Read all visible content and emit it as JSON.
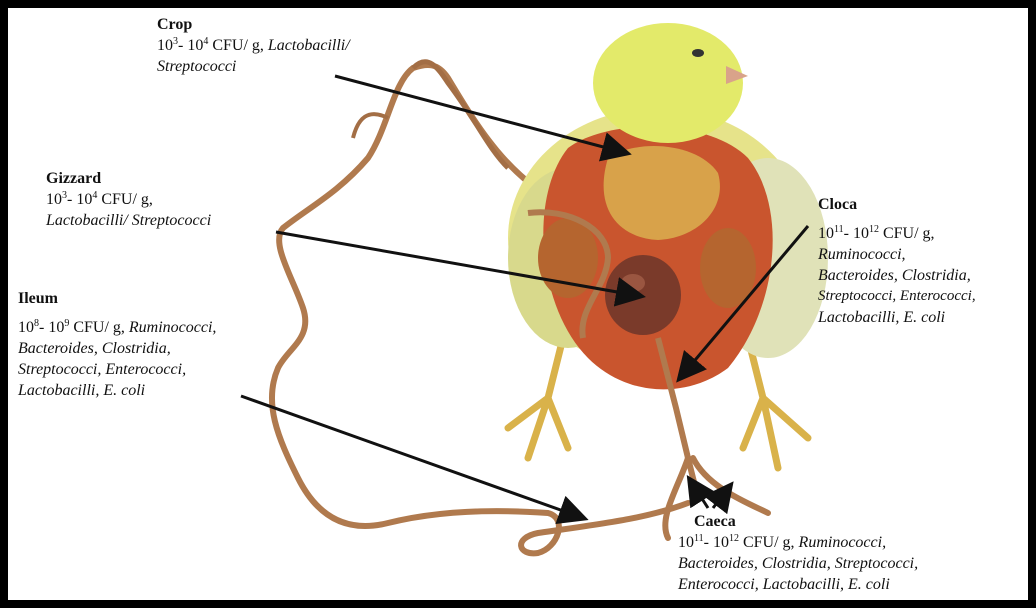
{
  "crop": {
    "title": "Crop",
    "count_base1": "10",
    "count_exp1": "3",
    "count_sep": "- ",
    "count_base2": "10",
    "count_exp2": "4",
    "count_unit": " CFU/ g, ",
    "bacteria_line1": "Lactobacilli/",
    "bacteria_line2": "Streptococci"
  },
  "gizzard": {
    "title": "Gizzard",
    "count_base1": "10",
    "count_exp1": "3",
    "count_sep": "- ",
    "count_base2": "10",
    "count_exp2": "4",
    "count_unit": " CFU/ g,",
    "bacteria_line1": "Lactobacilli/ Streptococci"
  },
  "ileum": {
    "title": "Ileum",
    "count_base1": "10",
    "count_exp1": "8",
    "count_sep": "- ",
    "count_base2": "10",
    "count_exp2": "9",
    "count_unit": " CFU/ g, ",
    "bacteria_line1": "Ruminococci,",
    "bacteria_line2": "Bacteroides, Clostridia,",
    "bacteria_line3": "Streptococci, Enterococci,",
    "bacteria_line4": "Lactobacilli, E. coli"
  },
  "cloca": {
    "title": "Cloca",
    "count_base1": "10",
    "count_exp1": "11",
    "count_sep": "- ",
    "count_base2": "10",
    "count_exp2": "12",
    "count_unit": " CFU/ g,",
    "bacteria_line1": "Ruminococci,",
    "bacteria_line2": "Bacteroides, Clostridia,",
    "bacteria_line3": "Streptococci, Enterococci,",
    "bacteria_line4": "Lactobacilli, E. coli"
  },
  "caeca": {
    "title": "Caeca",
    "count_base1": "10",
    "count_exp1": "11",
    "count_sep": "- ",
    "count_base2": "10",
    "count_exp2": "12",
    "count_unit": " CFU/ g, ",
    "bacteria_line1": "Ruminococci,",
    "bacteria_line2": "Bacteroides, Clostridia, Streptococci,",
    "bacteria_line3": "Enterococci, Lactobacilli, E. coli"
  },
  "colors": {
    "frame": "#000000",
    "background": "#ffffff",
    "chick_yellow": "#e3ea6a",
    "intestine": "#b07a4e",
    "gizzard": "#7a3a2a",
    "flesh": "#c9552e",
    "arrow": "#111111"
  }
}
